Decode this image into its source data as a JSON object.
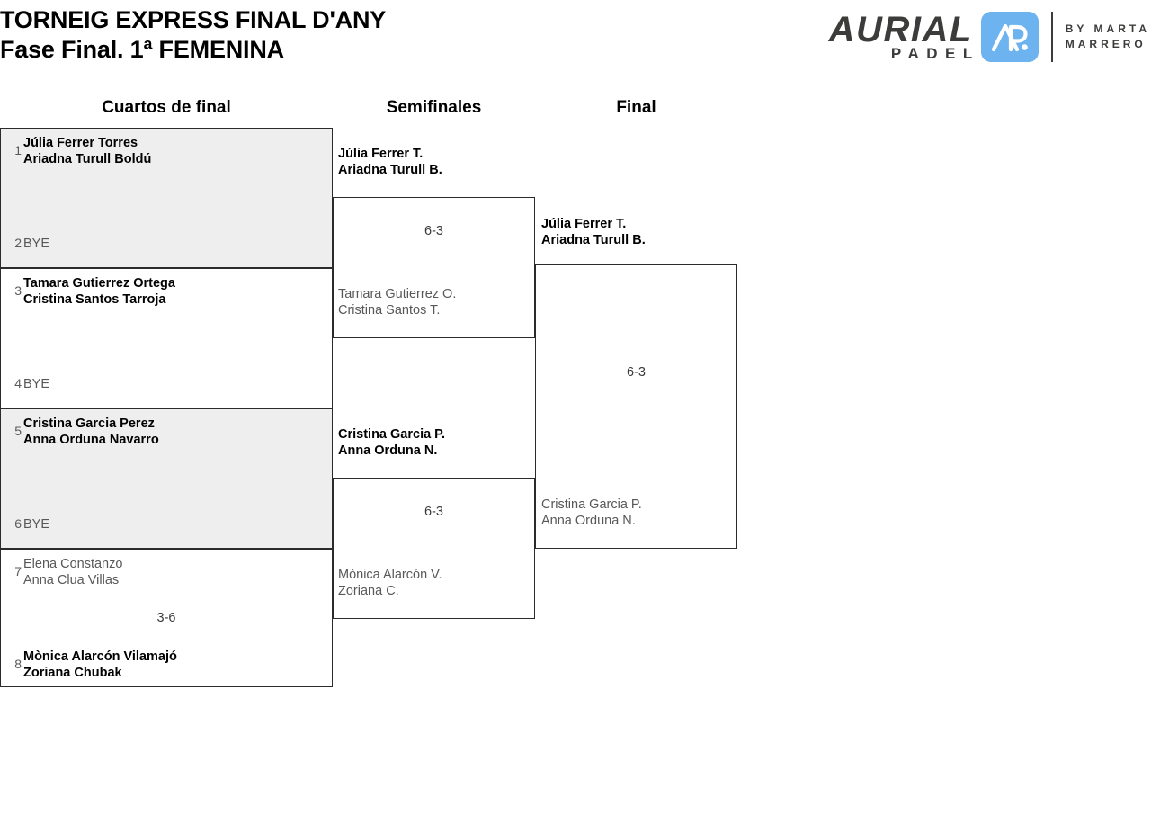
{
  "header": {
    "title_line1": "TORNEIG EXPRESS FINAL D'ANY",
    "title_line2": "Fase Final. 1ª FEMENINA"
  },
  "logo": {
    "wordmark": "AURIAL",
    "subword": "PADEL",
    "mark_text": "AP",
    "by_line1": "BY MARTA",
    "by_line2": "MARRERO",
    "mark_color": "#6cb3ef",
    "text_color": "#3c3c3b"
  },
  "rounds": [
    {
      "key": "quarterfinals",
      "label": "Cuartos de final"
    },
    {
      "key": "semifinals",
      "label": "Semifinales"
    },
    {
      "key": "final",
      "label": "Final"
    }
  ],
  "bracket": {
    "quarterfinals": [
      {
        "shaded": true,
        "score": "",
        "top": {
          "seed": "1",
          "line1": "Júlia Ferrer Torres",
          "line2": "Ariadna Turull Boldú",
          "status": "winner"
        },
        "bottom": {
          "seed": "2",
          "line1": "BYE",
          "line2": "",
          "status": "bye"
        }
      },
      {
        "shaded": false,
        "score": "",
        "top": {
          "seed": "3",
          "line1": "Tamara Gutierrez Ortega",
          "line2": "Cristina Santos Tarroja",
          "status": "winner"
        },
        "bottom": {
          "seed": "4",
          "line1": "BYE",
          "line2": "",
          "status": "bye"
        }
      },
      {
        "shaded": true,
        "score": "",
        "top": {
          "seed": "5",
          "line1": "Cristina Garcia Perez",
          "line2": "Anna Orduna Navarro",
          "status": "winner"
        },
        "bottom": {
          "seed": "6",
          "line1": "BYE",
          "line2": "",
          "status": "bye"
        }
      },
      {
        "shaded": false,
        "score": "3-6",
        "top": {
          "seed": "7",
          "line1": "Elena Constanzo",
          "line2": "Anna Clua Villas",
          "status": "loser"
        },
        "bottom": {
          "seed": "8",
          "line1": "Mònica Alarcón Vilamajó",
          "line2": "Zoriana Chubak",
          "status": "winner"
        }
      }
    ],
    "semifinals": [
      {
        "score": "6-3",
        "top": {
          "line1": "Júlia Ferrer T.",
          "line2": "Ariadna Turull B.",
          "status": "winner"
        },
        "bottom": {
          "line1": "Tamara Gutierrez O.",
          "line2": "Cristina Santos T.",
          "status": "loser"
        }
      },
      {
        "score": "6-3",
        "top": {
          "line1": "Cristina Garcia P.",
          "line2": "Anna Orduna N.",
          "status": "winner"
        },
        "bottom": {
          "line1": "Mònica Alarcón V.",
          "line2": "Zoriana C.",
          "status": "loser"
        }
      }
    ],
    "final": [
      {
        "score": "6-3",
        "top": {
          "line1": "Júlia Ferrer T.",
          "line2": "Ariadna Turull B.",
          "status": "winner"
        },
        "bottom": {
          "line1": "Cristina Garcia P.",
          "line2": "Anna Orduna N.",
          "status": "loser"
        }
      }
    ]
  }
}
